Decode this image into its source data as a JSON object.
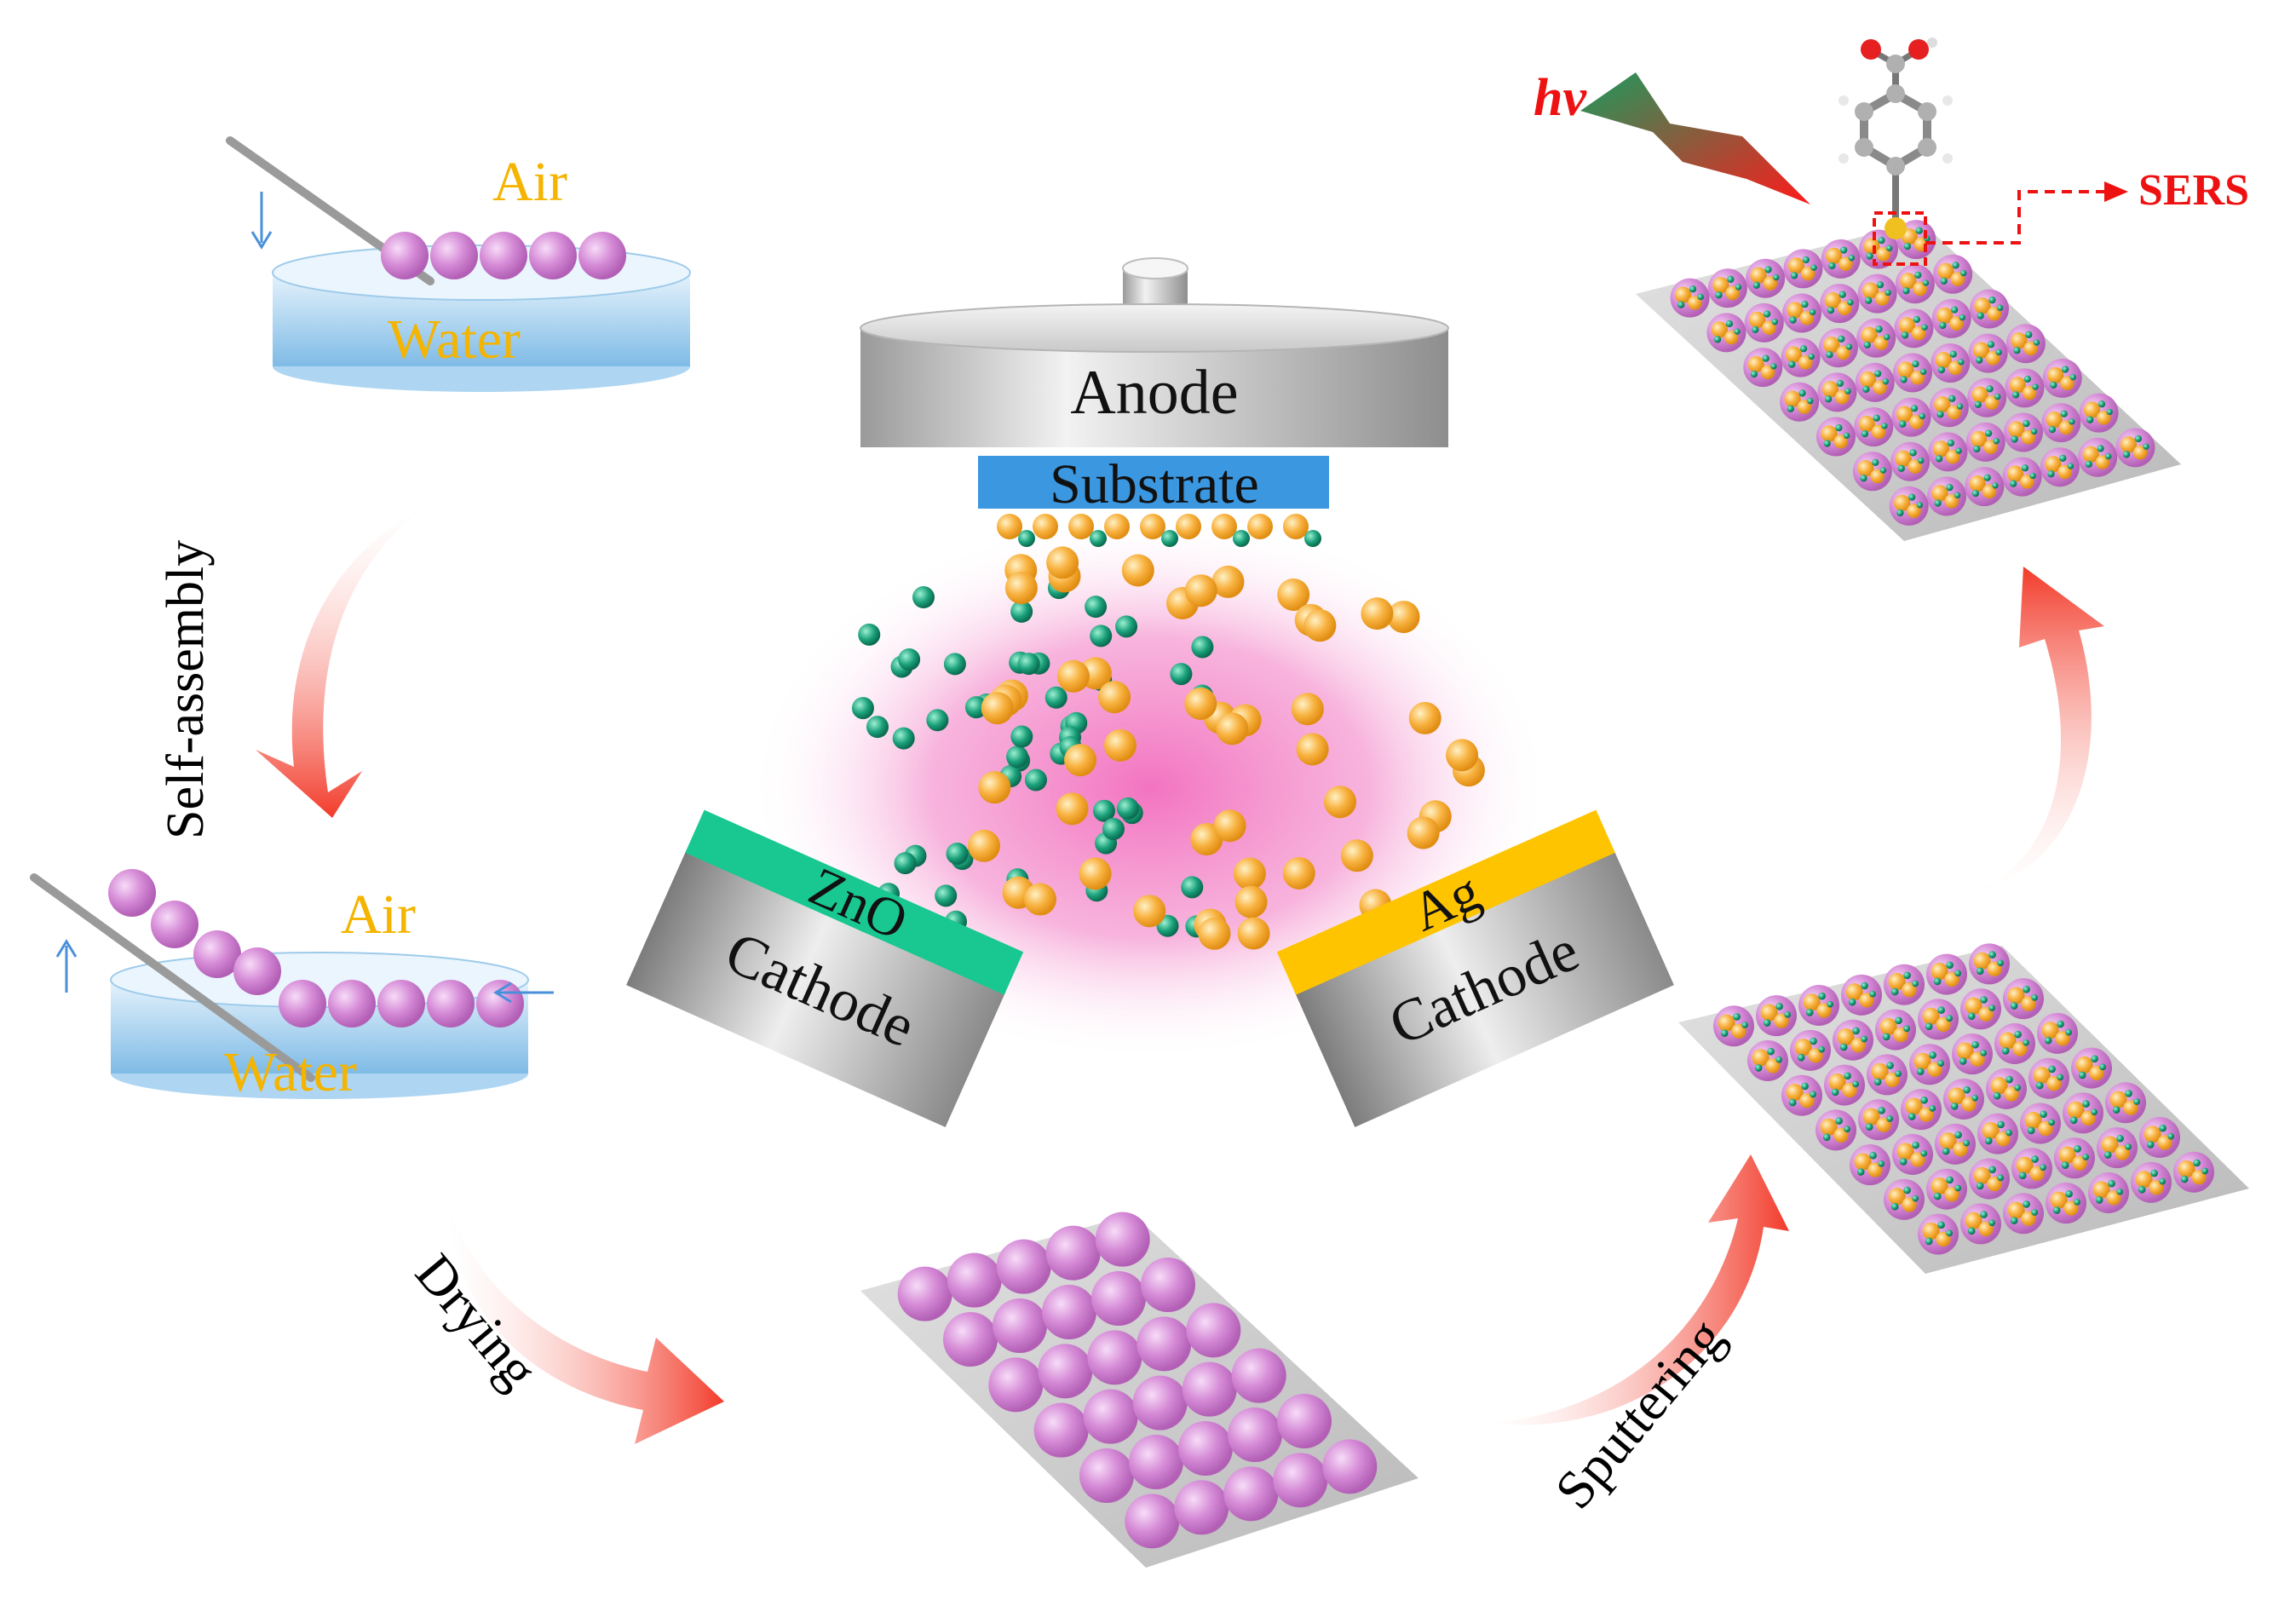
{
  "labels": {
    "air": "Air",
    "water": "Water",
    "self_assembly": "Self-assembly",
    "drying": "Drying",
    "sputtering": "Sputtering",
    "anode": "Anode",
    "substrate": "Substrate",
    "zno": "ZnO",
    "ag": "Ag",
    "cathode": "Cathode",
    "hv": "hv",
    "sers": "SERS"
  },
  "colors": {
    "sphere": "#d58ad6",
    "ag_particle": "#f8b240",
    "zno_particle": "#1aa07a",
    "zno_target": "#18c890",
    "ag_target": "#ffc400",
    "substrate": "#3b97e0",
    "plasma": "#f47fc4",
    "arrow": "#f24a3a",
    "label_orange": "#f4b400",
    "sers_red": "#ee1111",
    "water_blue": "#8cc4ea"
  }
}
